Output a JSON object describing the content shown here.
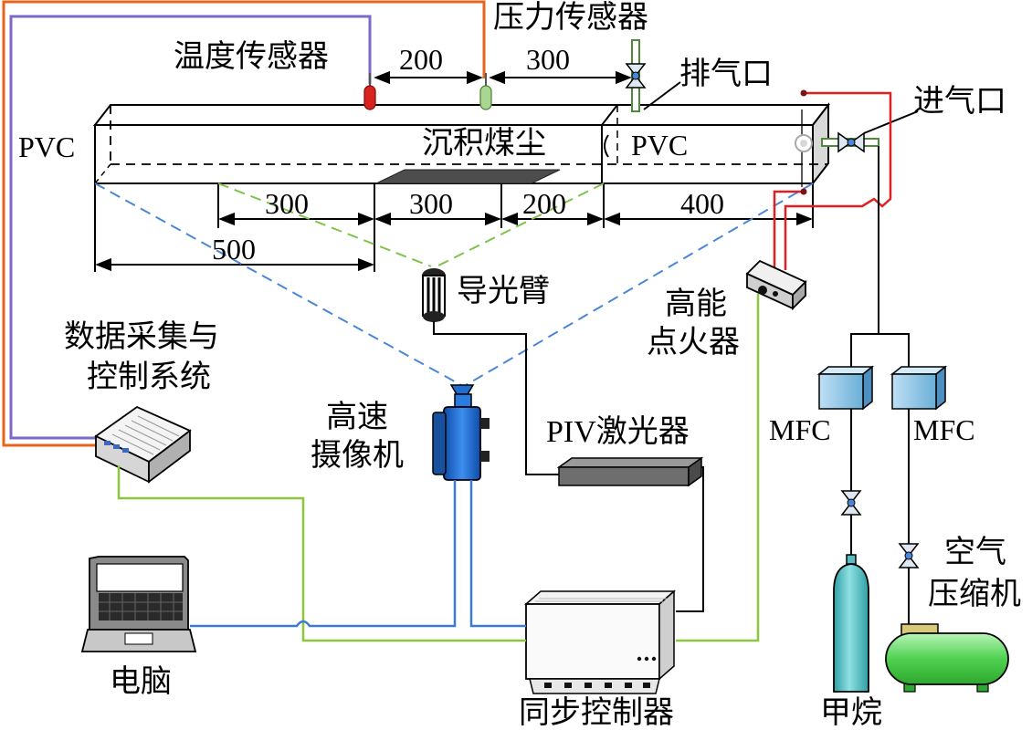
{
  "labels": {
    "temp_sensor": "温度传感器",
    "pressure_sensor": "压力传感器",
    "exhaust": "排气口",
    "inlet": "进气口",
    "pvc_left": "PVC",
    "pvc_right": "PVC",
    "deposited_dust": "沉积煤尘",
    "light_guide": "导光臂",
    "igniter_line1": "高能",
    "igniter_line2": "点火器",
    "daq_line1": "数据采集与",
    "daq_line2": "控制系统",
    "camera_line1": "高速",
    "camera_line2": "摄像机",
    "piv_laser": "PIV激光器",
    "mfc_left": "MFC",
    "mfc_right": "MFC",
    "compressor_line1": "空气",
    "compressor_line2": "压缩机",
    "computer": "电脑",
    "sync_controller": "同步控制器",
    "methane": "甲烷"
  },
  "dimensions": {
    "d_top_200": "200",
    "d_top_300": "300",
    "d_300_a": "300",
    "d_300_b": "300",
    "d_200": "200",
    "d_400": "400",
    "d_500": "500"
  },
  "colors": {
    "signal_orange": "#e8641e",
    "signal_purple": "#7b68c8",
    "igniter_red": "#e02020",
    "cable_green": "#8cc63f",
    "cable_blue": "#3a7bd5",
    "view_blue_dash": "#4a86d8",
    "view_green_dash": "#7fc44a",
    "mfc_fill": "#9ecae1",
    "cylinder_fill": "#5bbcc0",
    "compressor_fill": "#7ee07e",
    "camera_fill": "#1f6fd1"
  }
}
